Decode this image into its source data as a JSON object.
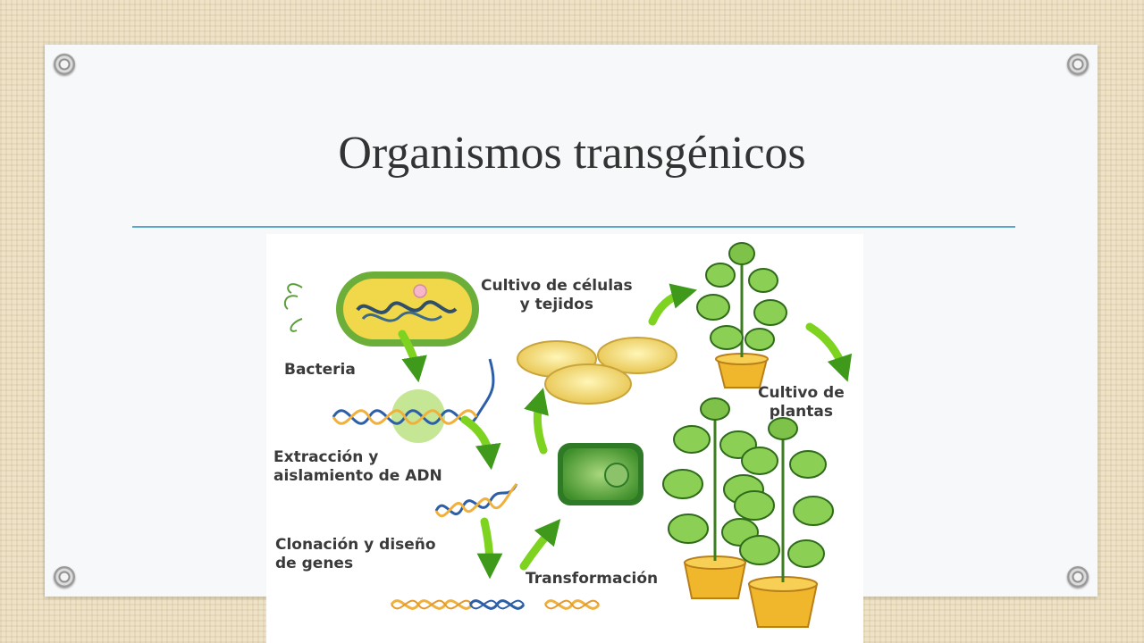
{
  "slide": {
    "title": "Organismos transgénicos",
    "accent_color": "#5aa6c8"
  },
  "diagram": {
    "labels": {
      "bacteria": "Bacteria",
      "extraccion": "Extracción y\naislamiento de ADN",
      "clonacion": "Clonación y diseño\nde genes",
      "transformacion": "Transformación",
      "cultivo_celulas": "Cultivo de células\ny tejidos",
      "cultivo_plantas": "Cultivo de\nplantas"
    }
  }
}
